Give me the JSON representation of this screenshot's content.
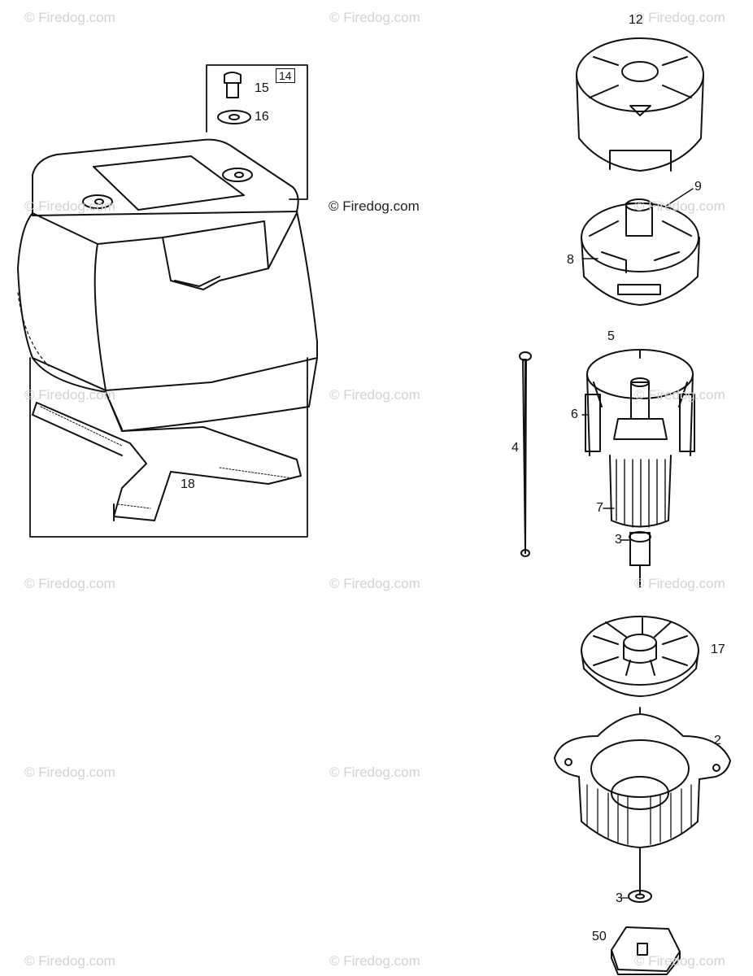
{
  "watermarks": {
    "text": "© Firedog.com",
    "dark": "© Firedog.com"
  },
  "callouts": {
    "p2": "2",
    "p3a": "3",
    "p3b": "3",
    "p4": "4",
    "p5": "5",
    "p6": "6",
    "p7": "7",
    "p8": "8",
    "p9": "9",
    "p12": "12",
    "p14": "14",
    "p15": "15",
    "p16": "16",
    "p17": "17",
    "p18": "18",
    "p50": "50"
  },
  "colors": {
    "ink": "#111111",
    "watermark": "#d2d2d2",
    "background": "#ffffff"
  }
}
